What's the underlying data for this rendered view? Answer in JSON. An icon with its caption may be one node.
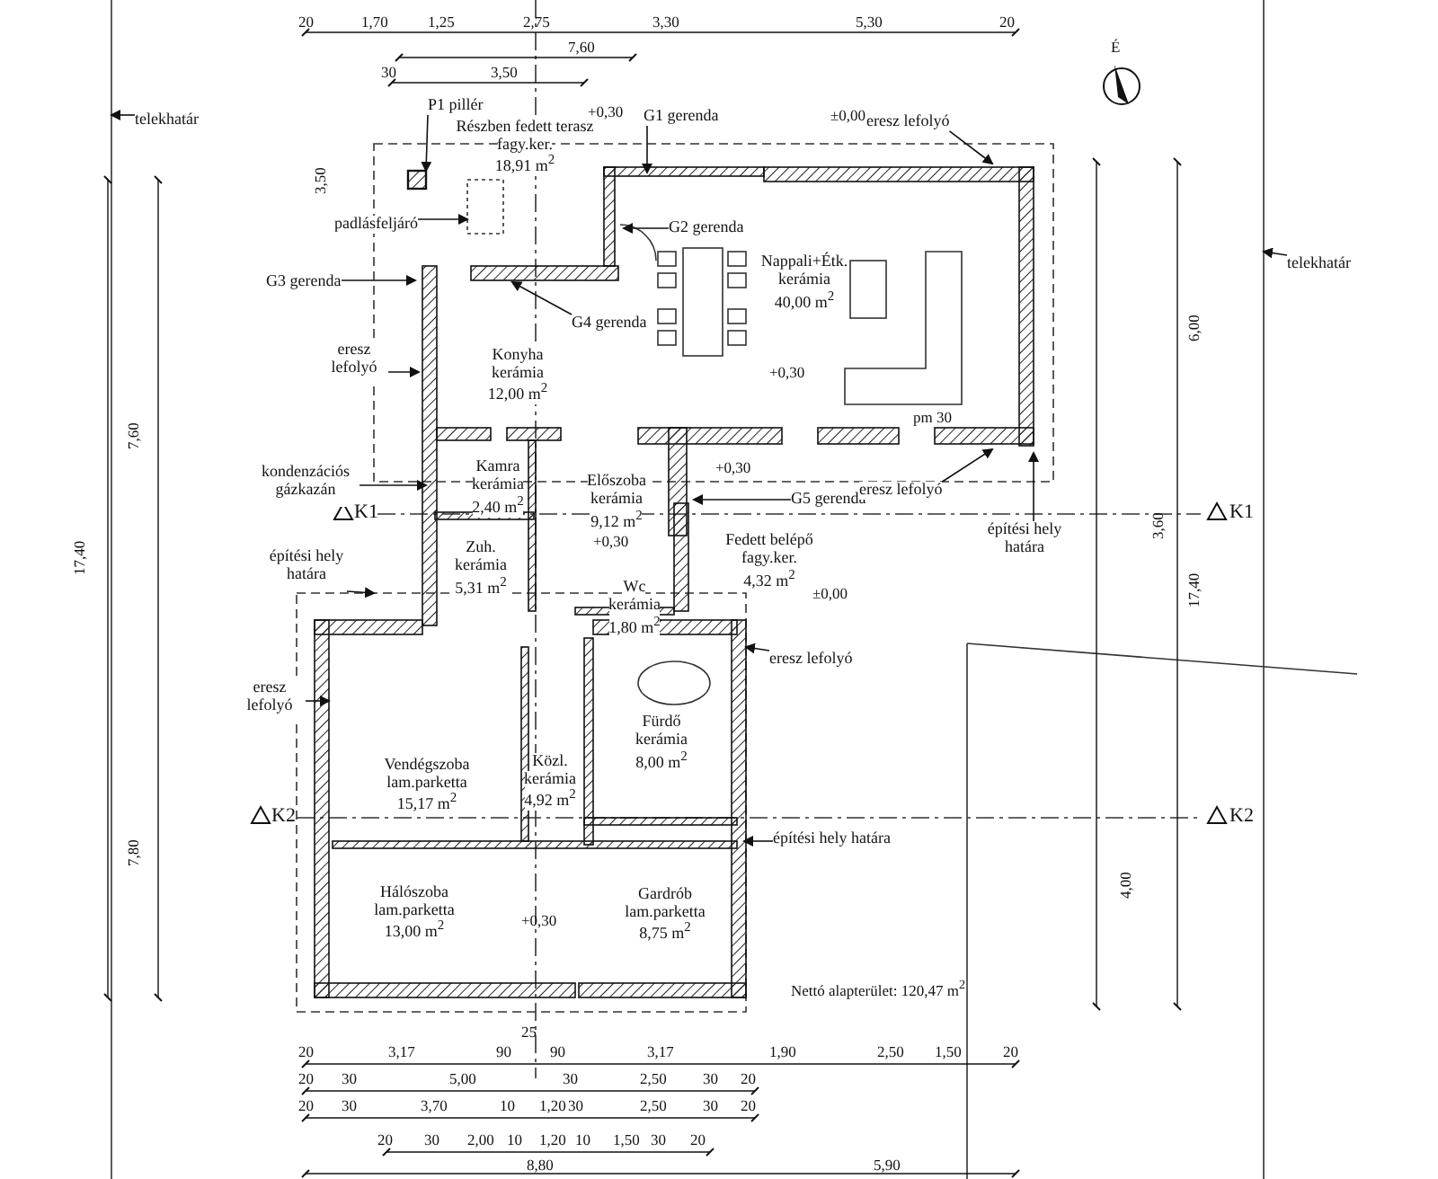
{
  "diagram": {
    "nodes": [
      {
        "text": [
          "Részben fedett terasz",
          "fagy.ker.",
          "18,91 m$^{2}$"
        ]
      },
      {
        "text": [
          "Nappali+Étk.",
          "kerámia",
          "40,00 m$^{2}$"
        ]
      },
      {
        "text": [
          "Konyha",
          "kerámia",
          "12,00 m$^{2}$"
        ]
      },
      {
        "text": [
          "Kamra",
          "kerámia",
          "2,40 m$^{2}$"
        ]
      },
      {
        "text": [
          "Előszoba",
          "kerámia",
          "9,12 m$^{2}$"
        ]
      },
      {
        "text": [
          "Zuh.",
          "kerámia",
          "5,31 m$^{2}$"
        ]
      },
      {
        "text": [
          "Wc",
          "kerámia",
          "1,80 m$^{2}$"
        ]
      },
      {
        "text": [
          "Fedett belépő",
          "fagy.ker.",
          "4,32 m$^{2}$"
        ]
      },
      {
        "text": [
          "Vendégszoba",
          "lam.parketta",
          "15,17 m$^{2}$"
        ]
      },
      {
        "text": [
          "Közl.",
          "kerámia",
          "4,92 m$^{2}$"
        ]
      },
      {
        "text": [
          "Fürdő",
          "kerámia",
          "8,00 m$^{2}$"
        ]
      },
      {
        "text": [
          "Hálószoba",
          "lam.parketta",
          "13,00 m$^{2}$"
        ]
      },
      {
        "text": [
          "Gardrób",
          "lam.parketta",
          "8,75 m$^{2}$"
        ]
      },
      {
        "text": [
          "P1 pillér"
        ]
      },
      {
        "text": [
          "G1 gerenda"
        ]
      },
      {
        "text": [
          "G2 gerenda"
        ]
      },
      {
        "text": [
          "padlásfeljáró"
        ]
      },
      {
        "text": [
          "G3 gerenda"
        ]
      },
      {
        "text": [
          "G4 gerenda"
        ]
      },
      {
        "text": [
          "eresz lefolyó"
        ]
      },
      {
        "text": [
          "eresz lefolyó"
        ]
      },
      {
        "text": [
          "kondenzációs gázkazán"
        ]
      },
      {
        "text": [
          "G5 gerenda"
        ]
      },
      {
        "text": [
          "eresz lefolyó"
        ]
      },
      {
        "text": [
          "építési hely határa"
        ]
      },
      {
        "text": [
          "építési hely határa"
        ]
      },
      {
        "text": [
          "eresz lefolyó"
        ]
      },
      {
        "text": [
          "eresz lefolyó"
        ]
      },
      {
        "text": [
          "építési hely határa"
        ]
      },
      {
        "text": [
          "telekhatár"
        ]
      },
      {
        "text": [
          "telekhatár"
        ]
      },
      {
        "text": [],
        "shape": "box"
      },
      {
        "text": [],
        "shape": "box"
      }
    ],
    "edges": [
      {
        "from": 13,
        "to": 31,
        "arrow": "to"
      },
      {
        "from": 14,
        "to": null,
        "arrow": "to"
      },
      {
        "from": 15,
        "to": null,
        "arrow": "to"
      },
      {
        "from": 16,
        "to": 32,
        "arrow": "to"
      },
      {
        "from": 17,
        "to": null,
        "arrow": "to"
      },
      {
        "from": 18,
        "to": null,
        "arrow": "to"
      },
      {
        "from": 19,
        "to": null,
        "arrow": "to"
      },
      {
        "from": 20,
        "to": null,
        "arrow": "to"
      },
      {
        "from": 21,
        "to": null,
        "arrow": "to"
      },
      {
        "from": 22,
        "to": null,
        "arrow": "to"
      },
      {
        "from": 23,
        "to": null,
        "arrow": "to"
      },
      {
        "from": 24,
        "to": null,
        "arrow": "to"
      },
      {
        "from": 25,
        "to": null,
        "arrow": "to"
      },
      {
        "from": 26,
        "to": null,
        "arrow": "to"
      },
      {
        "from": 27,
        "to": null,
        "arrow": "to"
      },
      {
        "from": 28,
        "to": null,
        "arrow": "to"
      },
      {
        "from": 29,
        "to": null,
        "arrow": "to"
      },
      {
        "from": 30,
        "to": null,
        "arrow": "to"
      }
    ],
    "labels": [
      "20",
      "1,70",
      "1,25",
      "2,75",
      "3,30",
      "5,30",
      "20",
      "7,60",
      "30",
      "3,50",
      "É",
      "+0,30",
      "±0,00",
      "+0,30",
      "+0,30",
      "+0,30",
      "±0,00",
      "+0,30",
      "pm 30",
      "K1",
      "K1",
      "K2",
      "K2",
      "Nettó alapterület: 120,47 m$^{2}$",
      "3,50",
      "17,40",
      "7,60",
      "7,80",
      "6,00",
      "3,60",
      "17,40",
      "4,00",
      "20",
      "3,17",
      "90",
      "25",
      "90",
      "3,17",
      "1,90",
      "2,50",
      "1,50",
      "20",
      "20",
      "30",
      "5,00",
      "30",
      "2,50",
      "30",
      "20",
      "20",
      "30",
      "3,70",
      "10",
      "1,20",
      "30",
      "2,50",
      "30",
      "20",
      "20",
      "30",
      "2,00",
      "10",
      "1,20",
      "10",
      "1,50",
      "30",
      "20",
      "8,80",
      "5,90"
    ]
  }
}
